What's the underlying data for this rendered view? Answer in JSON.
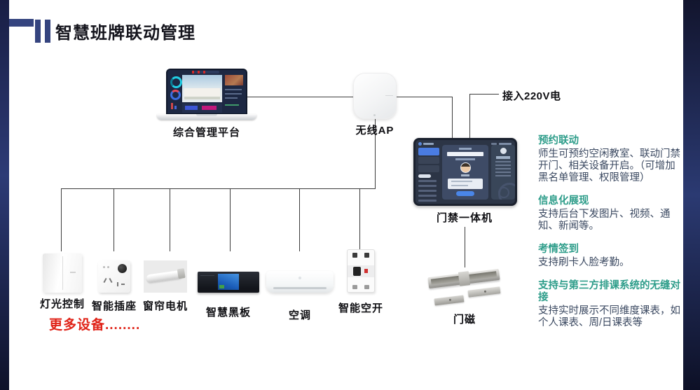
{
  "slide": {
    "title": "智慧班牌联动管理",
    "more_devices": "更多设备........",
    "colors": {
      "edge_band_navy": "#2b3a72",
      "title_bar_blue": "#35447f",
      "heading_teal": "#2e9d8a",
      "body_text": "#3b4961",
      "alert_red": "#e02318",
      "panel_accent_blue": "#4a86e8"
    }
  },
  "diagram": {
    "platform": {
      "label": "综合管理平台"
    },
    "ap": {
      "label": "无线AP"
    },
    "power": {
      "label": "接入220V电"
    },
    "panel": {
      "label": "门禁一体机"
    },
    "door_magnet": {
      "label": "门磁"
    },
    "devices": [
      {
        "label": "灯光控制"
      },
      {
        "label": "智能插座"
      },
      {
        "label": "窗帘电机"
      },
      {
        "label": "智慧黑板"
      },
      {
        "label": "空调"
      },
      {
        "label": "智能空开"
      }
    ]
  },
  "features": [
    {
      "heading": "预约联动",
      "body": "师生可预约空闲教室、联动门禁开门、相关设备开启。（可增加黑名单管理、权限管理）"
    },
    {
      "heading": "信息化展现",
      "body": "支持后台下发图片、视频、通知、新闻等。"
    },
    {
      "heading": "考情签到",
      "body": "支持刷卡人脸考勤。"
    },
    {
      "heading": "支持与第三方排课系统的无缝对接",
      "body": "支持实时展示不同维度课表，如个人课表、周/日课表等"
    }
  ]
}
